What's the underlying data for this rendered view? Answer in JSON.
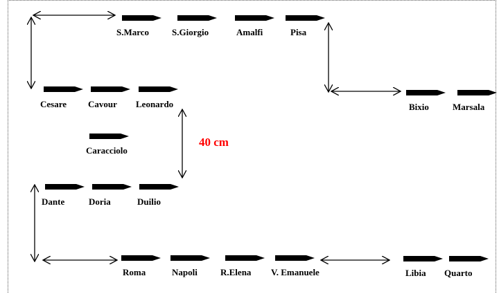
{
  "ships": {
    "s_marco": "S.Marco",
    "s_giorgio": "S.Giorgio",
    "amalfi": "Amalfi",
    "pisa": "Pisa",
    "bixio": "Bixio",
    "marsala": "Marsala",
    "cesare": "Cesare",
    "cavour": "Cavour",
    "leonardo": "Leonardo",
    "caracciolo": "Caracciolo",
    "dante": "Dante",
    "doria": "Doria",
    "duilio": "Duilio",
    "roma": "Roma",
    "napoli": "Napoli",
    "r_elena": "R.Elena",
    "v_emanuele": "V. Emanuele",
    "libia": "Libia",
    "quarto": "Quarto"
  },
  "distance_label": "40 cm",
  "colors": {
    "ship": "#000000",
    "arrow": "#000000",
    "distance": "#ff0000"
  },
  "icons": {
    "ship": "ship-icon",
    "spacing": "double-arrow-icon"
  }
}
